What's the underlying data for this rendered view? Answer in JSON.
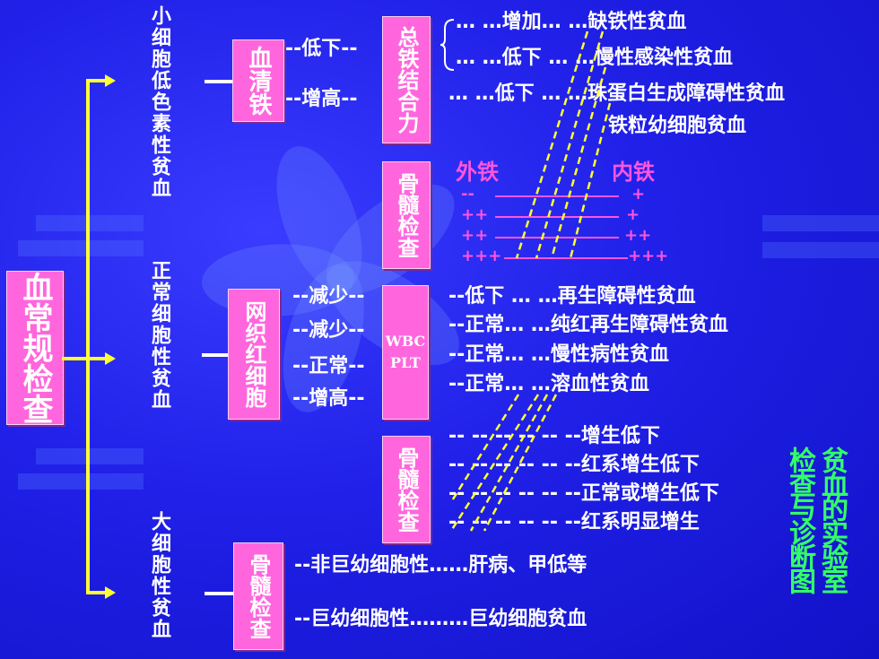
{
  "main": "血常规检查",
  "categories": [
    {
      "label": "小细胞低色素性贫血"
    },
    {
      "label": "正常细胞性贫血"
    },
    {
      "label": "大细胞性贫血"
    }
  ],
  "boxes": {
    "serum_iron": "血清铁",
    "tibc": "总铁结合力",
    "marrow1": "骨髓检查",
    "retic": "网织红细胞",
    "wbc": "WBC",
    "plt": "PLT",
    "marrow2": "骨髓检查",
    "marrow3": "骨髓检查"
  },
  "iron": {
    "low": "--低下--",
    "high": "--增高--",
    "rows": [
      "… …增加… …缺铁性贫血",
      "… …低下 … …慢性感染性贫血",
      "… …低下 … …珠蛋白生成障碍性贫血",
      "铁粒幼细胞贫血"
    ]
  },
  "marrow_iron": {
    "outer_label": "外铁",
    "inner_label": "内铁",
    "rows": [
      {
        "outer": "--",
        "inner": "+"
      },
      {
        "outer": "++",
        "inner": "+"
      },
      {
        "outer": "++",
        "inner": "++"
      },
      {
        "outer": "+++",
        "inner": "+++"
      }
    ]
  },
  "retic": {
    "values": [
      "--减少--",
      "--减少--",
      "--正常--",
      "--增高--"
    ],
    "rows": [
      "--低下 … …再生障碍性贫血",
      "--正常… …纯红再生障碍性贫血",
      "--正常… …慢性病性贫血",
      "--正常… …溶血性贫血"
    ]
  },
  "marrow2_rows": [
    "-- -- -- -- -- --增生低下",
    "-- -- -- -- -- --红系增生低下",
    "-- -- -- -- -- --正常或增生低下",
    "-- -- -- -- -- --红系明显增生"
  ],
  "macro_rows": [
    "--非巨幼细胞性……肝病、甲低等",
    "--巨幼细胞性………巨幼细胞贫血"
  ],
  "title": {
    "line1": "贫血的实验室",
    "line2": "检查与诊断图"
  }
}
